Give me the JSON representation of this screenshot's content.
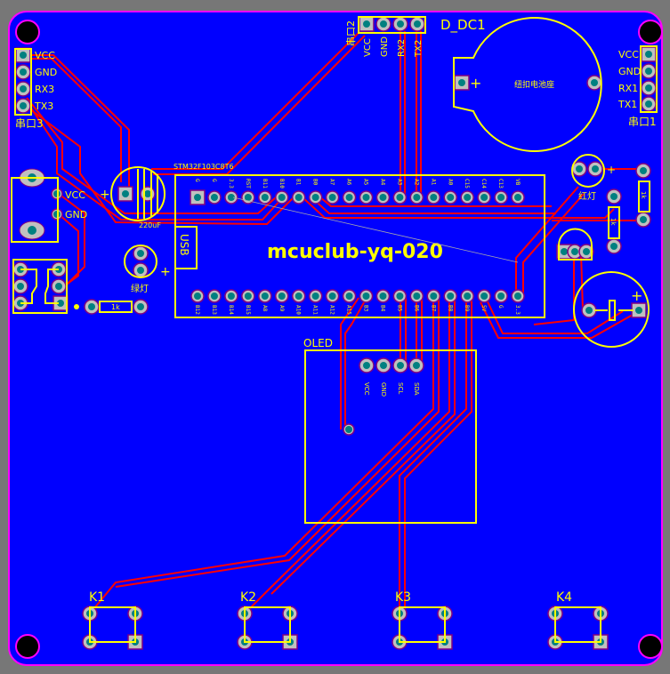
{
  "board": {
    "title": "mcuclub-yq-020",
    "mcu_part": "STM32F103C8T6",
    "usb_label": "USB",
    "colors": {
      "copper": "#0000ff",
      "trace": "#ff0000",
      "silk": "#ffff00",
      "outline": "#ff00ff",
      "pad": "#c0c0c0",
      "hole": "#008080"
    }
  },
  "uart3": {
    "label": "串口3",
    "pins": [
      "VCC",
      "GND",
      "RX3",
      "TX3"
    ]
  },
  "uart2": {
    "label": "串口2",
    "pins": [
      "VCC",
      "GND",
      "RX2",
      "TX2"
    ]
  },
  "uart1": {
    "label": "串口1",
    "pins": [
      "VCC",
      "GND",
      "RX1",
      "TX1"
    ]
  },
  "battery": {
    "ref": "D_DC1",
    "label": "纽扣电池座",
    "plus": "+"
  },
  "power_jack": {
    "pins": [
      "VCC",
      "GND"
    ]
  },
  "capacitor": {
    "value": "220uF",
    "plus": "+"
  },
  "green_led": {
    "label": "绿灯",
    "plus": "+"
  },
  "red_led": {
    "label": "红灯",
    "plus": "+"
  },
  "resistors": [
    "1k",
    "1k",
    "1k"
  ],
  "buzzer": {
    "plus": "+"
  },
  "mcu_pins_top": [
    "G",
    "G",
    "3.3",
    "RST",
    "B11",
    "B10",
    "B1",
    "B0",
    "A7",
    "A6",
    "A5",
    "A4",
    "A3",
    "A2",
    "A1",
    "A0",
    "C15",
    "C14",
    "C13",
    "VB"
  ],
  "mcu_pins_bottom": [
    "B12",
    "B13",
    "B14",
    "B15",
    "A8",
    "A9",
    "A10",
    "A11",
    "A12",
    "A15",
    "B3",
    "B4",
    "B5",
    "B6",
    "B7",
    "B8",
    "B9",
    "5V",
    "G",
    "3.3"
  ],
  "oled": {
    "label": "OLED",
    "pins": [
      "VCC",
      "GND",
      "SCL",
      "SDA"
    ]
  },
  "keys": [
    "K1",
    "K2",
    "K3",
    "K4"
  ]
}
